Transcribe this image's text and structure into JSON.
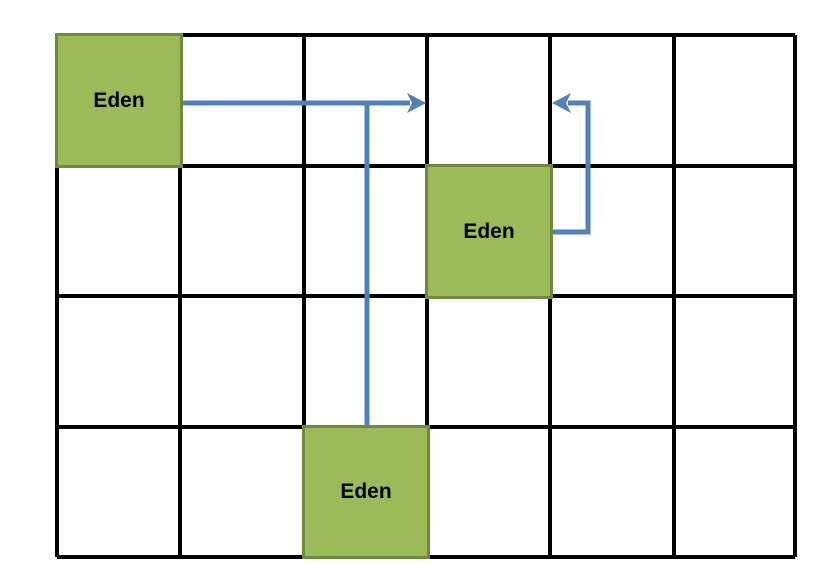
{
  "diagram": {
    "grid": {
      "columns": 6,
      "rows": 4
    },
    "cells": [
      {
        "label": "Eden",
        "row": 0,
        "col": 0
      },
      {
        "label": "Eden",
        "row": 1,
        "col": 3
      },
      {
        "label": "Eden",
        "row": 3,
        "col": 2
      }
    ],
    "arrows": [
      {
        "name": "eden-top-left-to-row0-col3",
        "direction": "right"
      },
      {
        "name": "eden-row3-col2-up-to-row0",
        "direction": "up"
      },
      {
        "name": "eden-row1-col3-to-row0-col4",
        "direction": "left"
      }
    ],
    "colors": {
      "cell_fill": "#9bbb59",
      "cell_border": "#71893f",
      "arrow": "#4f81bd",
      "grid_line": "#000000",
      "background": "#ffffff"
    }
  }
}
